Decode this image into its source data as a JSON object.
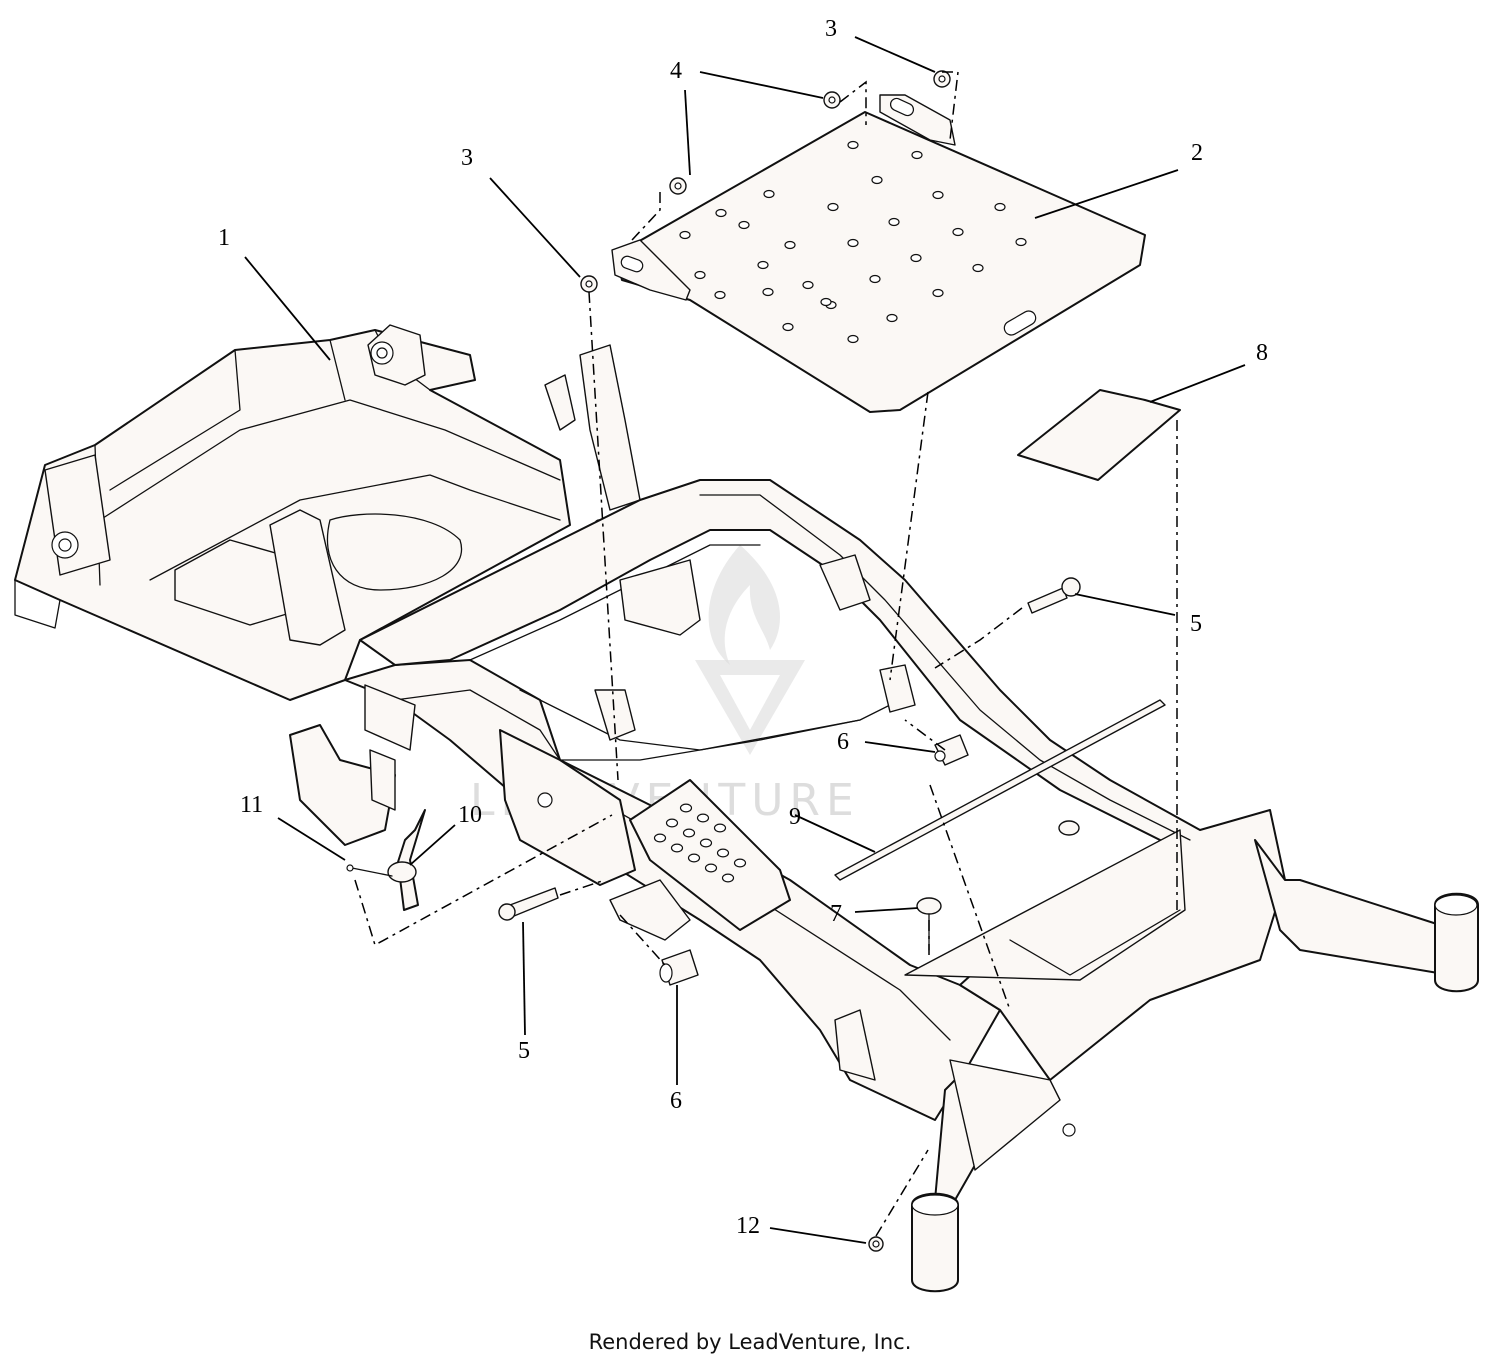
{
  "callouts": [
    {
      "id": "1",
      "text": "1"
    },
    {
      "id": "2",
      "text": "2"
    },
    {
      "id": "3a",
      "text": "3"
    },
    {
      "id": "3b",
      "text": "3"
    },
    {
      "id": "4",
      "text": "4"
    },
    {
      "id": "5a",
      "text": "5"
    },
    {
      "id": "5b",
      "text": "5"
    },
    {
      "id": "6a",
      "text": "6"
    },
    {
      "id": "6b",
      "text": "6"
    },
    {
      "id": "7",
      "text": "7"
    },
    {
      "id": "8",
      "text": "8"
    },
    {
      "id": "9",
      "text": "9"
    },
    {
      "id": "10",
      "text": "10"
    },
    {
      "id": "11",
      "text": "11"
    },
    {
      "id": "12",
      "text": "12"
    }
  ],
  "watermark": {
    "icon": "leadventure-flame-logo",
    "text": "LEADVENTURE"
  },
  "footer": {
    "text": "Rendered by LeadVenture, Inc."
  }
}
